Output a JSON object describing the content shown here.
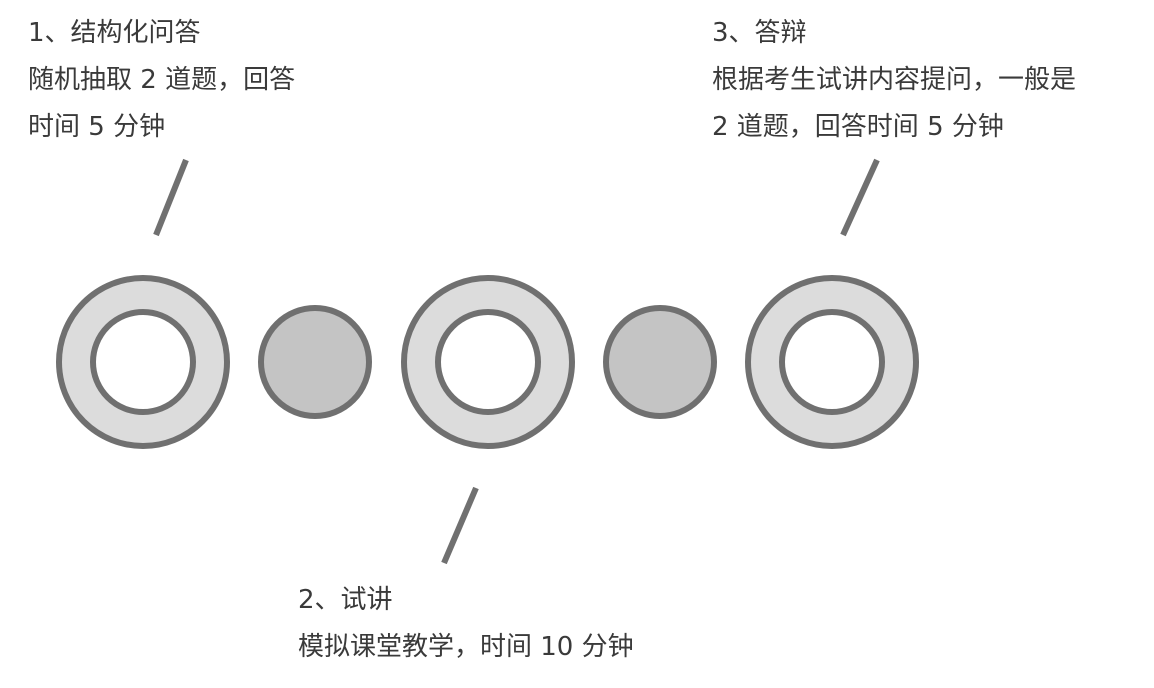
{
  "steps": [
    {
      "title": "1、结构化问答",
      "lines": [
        "随机抽取 2 道题，回答",
        "时间 5 分钟"
      ]
    },
    {
      "title": "2、试讲",
      "lines": [
        "模拟课堂教学，时间 10 分钟"
      ]
    },
    {
      "title": "3、答辩",
      "lines": [
        "根据考生试讲内容提问，一般是",
        "2 道题，回答时间 5 分钟"
      ]
    }
  ],
  "colors": {
    "stroke": "#707070",
    "ring_fill": "#dcdcdc",
    "dot_fill": "#c4c4c4",
    "text": "#3a3a3a"
  }
}
